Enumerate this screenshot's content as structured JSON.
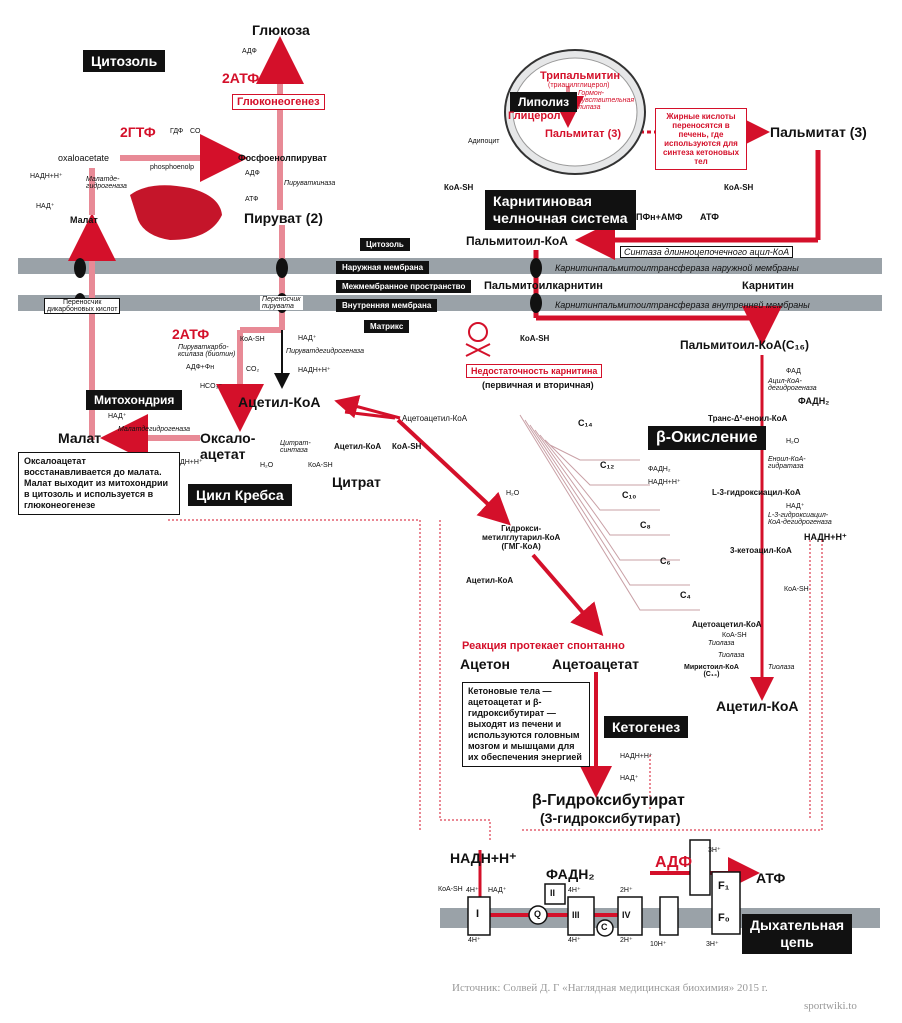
{
  "labels": {
    "cytosol_box": "Цитозоль",
    "glucose": "Глюкоза",
    "adf_gluc": "АДФ",
    "atf2": "2АТФ",
    "gluconeogenesis": "Глюконеогенез",
    "gtf2": "2ГТФ",
    "gdf": "ГДФ",
    "co2a": "CO",
    "oxaloacetate_top": "oxaloacetate",
    "phosphoenol": "phosphoenolp",
    "pep": "Фосфоенолпируват",
    "adf_pep": "АДФ",
    "pyruvate_kinase": "Пируваткиназа",
    "atf_pep": "АТФ",
    "pyruvate2": "Пируват (2)",
    "nadh_l": "НАДН+Н⁺",
    "malate_dh": "Малатде-\nгидрогеназа",
    "nad_l": "НАД⁺",
    "malate_top": "Малат",
    "lipolysis": "Липолиз",
    "tripalmitin": "Трипальмитин",
    "triacyl": "(триацилглицерол)",
    "hormone_lipase": "Гормон-\nчувствительная\nлипаза",
    "glycerol": "Глицерол",
    "palmitate3_a": "Пальмитат (3)",
    "adipocyte": "Адипоцит",
    "fatty_note": "Жирные кислоты переносятся в печень, где используются для синтеза кетоновых тел",
    "palmitate3_b": "Пальмитат (3)",
    "koash_a": "КоА-SH",
    "koash_b": "КоА-SH",
    "carnitine_shuttle": "Карнитиновая\nчелночная система",
    "ppn_amf": "ПФн+АМФ",
    "atf_c": "АТФ",
    "palmitoyl_koa": "Пальмитоил-КоА",
    "acyl_synthase": "Синтаза длинноцепочечного ацил-КоА",
    "tag_cytosol": "Цитозоль",
    "tag_outer": "Наружная мембрана",
    "tag_inter": "Межмембранное пространство",
    "tag_inner": "Внутренняя мембрана",
    "tag_matrix": "Матрикс",
    "cpt1": "Карнитинпальмитоилтрансфераза наружной мембраны",
    "palmitoylcarnitine": "Пальмитоилкарнитин",
    "carnitine": "Карнитин",
    "cpt2": "Карнитинпальмитоилтрансфераза внутренней мембраны",
    "dicarb_carrier": "Переносчик\nдикарбоновых кислот",
    "pyruvate_carrier": "Переносчик\nпирувата",
    "atf2_b": "2АТФ",
    "pyr_carbox": "Пируваткарбо-\nксилаза (биотин)",
    "adf_pn": "АДФ+Фн",
    "hco3": "HCO₃⁻",
    "koash_p": "КоА-SH",
    "nad_p": "НАД⁺",
    "pdh": "Пируватдегидрогеназа",
    "co2_p": "CO₂",
    "nadh_p": "НАДН+Н⁺",
    "koash_d": "КоА-SH",
    "carnitine_def": "Недостаточность карнитина",
    "carnitine_def_sub": "(первичная и вторичная)",
    "palmitoyl_c16": "Пальмитоил-КоА(C₁₆)",
    "fad": "ФАД",
    "acyl_dh": "Ацил-КоА-\nдегидрогеназа",
    "fadh2_a": "ФАДН₂",
    "mitochondria": "Митохондрия",
    "nad_m": "НАД⁺",
    "malate_dh2": "Малатдегидрогеназа",
    "malate": "Малат",
    "oxalo": "Оксало-\nацетат",
    "acetyl_koa_k": "Ацетил-КоА",
    "acetoacetyl": "Ацетоацетил-КоА",
    "acetyl_koa_s": "Ацетил-КоА",
    "koash_s": "КоА-SH",
    "citrate_synthase": "Цитрат-\nсинтаза",
    "h2o_k": "H₂O",
    "koash_k": "КоА-SH",
    "citrate": "Цитрат",
    "nadh_m": "НАДН+Н⁺",
    "oxalo_note": "Оксалоацетат восстанавливается до малата. Малат выходит из митохондрии в цитозоль и используется в глюконеогенезе",
    "krebs": "Цикл Кребса",
    "beta_ox": "β-Окисление",
    "trans_enoyl": "Транс-Δ²-еноил-КоА",
    "h2o_b": "H₂O",
    "enoyl_hydratase": "Еноил-КоА-\nгидратаза",
    "l3_hydroxy": "L-3-гидроксиацил-КоА",
    "nad_b": "НАД⁺",
    "l3_dh": "L-3-гидроксиацил-\nКоА-дегидрогеназа",
    "nadh_b": "НАДН+Н⁺",
    "ketoacyl": "3-кетоацил-КоА",
    "koash_t": "КоА-SH",
    "thiolase": "Тиолаза",
    "myristoyl": "Миристоил-КоА\n(C₁₄)",
    "thiolase2": "Тиолаза",
    "acetyl_koa_b": "Ацетил-КоА",
    "c14": "C₁₄",
    "c12": "C₁₂",
    "c10": "C₁₀",
    "c8": "C₈",
    "c6": "C₆",
    "c4": "C₄",
    "fadh2_s": "ФАДН₂",
    "nadh_s": "НАДН+Н⁺",
    "acetoacetyl_koa2": "Ацетоацетил-КоА",
    "koash_t2": "КоА-SH",
    "tiolase_s": "Тиолаза",
    "h2o_h": "H₂O",
    "hmg": "Гидрокси-\nметилглутарил-КоА\n(ГМГ-КоА)",
    "acetyl_koa_h": "Ацетил-КоА",
    "spontaneous": "Реакция протекает спонтанно",
    "acetone": "Ацетон",
    "acetoacetate": "Ацетоацетат",
    "ketone_note": "Кетоновые тела — ацетоацетат и β-гидроксибутират — выходят из печени и используются головным мозгом и мышцами для их обеспечения энергией",
    "ketogenesis": "Кетогенез",
    "nadh_k": "НАДН+Н⁺",
    "nad_k": "НАД⁺",
    "bhb": "β-Гидроксибутират",
    "bhb_sub": "(3-гидроксибутират)",
    "nadh_r": "НАДН+Н⁺",
    "fadh2_r": "ФАДН₂",
    "adf_r": "АДФ",
    "atf_r": "АТФ",
    "koash_r": "КоА-SH",
    "nad_r": "НАД⁺",
    "h4a": "4H⁺",
    "h4b": "4H⁺",
    "h2a": "2H⁺",
    "h3": "3H⁺",
    "h4c": "4H⁺",
    "h4d": "4H⁺",
    "h2b": "2H⁺",
    "h10": "10H⁺",
    "h3b": "3H⁺",
    "complex1": "I",
    "complex2": "II",
    "complex3": "III",
    "complex4": "IV",
    "q": "Q",
    "c": "C",
    "f1": "F₁",
    "fo": "F₀",
    "resp_chain": "Дыхательная\nцепь",
    "source": "Источник: Солвей Д. Г «Наглядная медицинская биохимия» 2015 г.",
    "site": "sportwiki.to"
  },
  "colors": {
    "accent": "#d4102a",
    "membrane": "#9aa2a8",
    "dark": "#111111"
  }
}
